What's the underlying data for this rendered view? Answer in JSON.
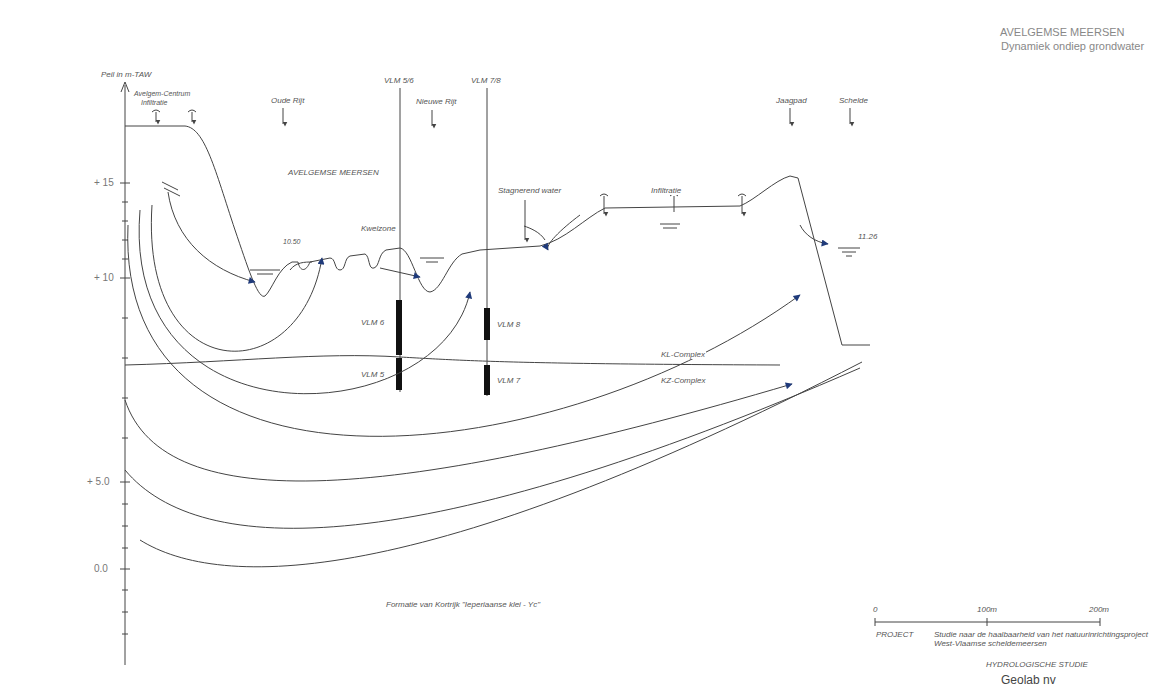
{
  "diagram": {
    "title": "AVELGEMSE MEERSEN",
    "labels": [
      "Dynamiek ondiep grondwater",
      "Peil in m-TAW",
      "+ 15",
      "+ 10",
      "+ 5.0",
      "0.0",
      "Avelgem-Centrum",
      "Infiltratie",
      "Oude Rijt",
      "VLM 5/6",
      "VLM 7/8",
      "Nieuwe Rijt",
      "AVELGEMSE MEERSEN",
      "Kwelzone",
      "10.50",
      "Stagnerend water",
      "Infiltratie",
      "Jaagpad",
      "Schelde",
      "11.26",
      "VLM 6",
      "VLM 8",
      "VLM 5",
      "VLM 7",
      "KL-Complex",
      "KZ-Complex",
      "Formatie van Kortrijk \"Ieperiaanse klei - Yc\"",
      "0",
      "100m",
      "200m",
      "PROJECT",
      "Studie naar de haalbaarheid van het natuurinrichtingsproject West-Vlaamse scheldemeersen",
      "HYDROLOGISCHE STUDIE",
      "Geolab nv"
    ]
  }
}
